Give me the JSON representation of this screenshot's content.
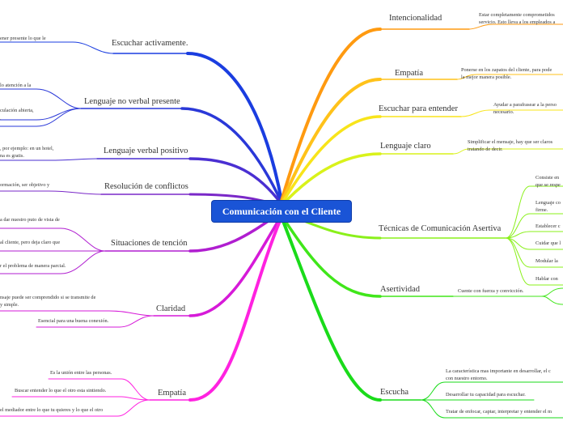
{
  "center": {
    "label": "Comunicación con el Cliente",
    "color": "#1a54d6"
  },
  "left": {
    "escuchar": {
      "title": "Escuchar activamente.",
      "sub1": "ener presente lo que le"
    },
    "noverbal": {
      "title": "Lenguaje no verbal presente",
      "sub1": "lo atención a la",
      "sub2": "culación abierta,",
      "sub3": "."
    },
    "verbal": {
      "title": "Lenguaje verbal positivo",
      "sub1": ", por ejemplo: en un hotel,",
      "sub2": "na es gratis."
    },
    "conflictos": {
      "title": "Resolución de conflictos",
      "sub1": "ormación, ser objetivo y"
    },
    "tension": {
      "title": "Situaciones de tención",
      "sub1": "a dar nuestro puto de vista de",
      "sub2": "al cliente, pero deja claro que",
      "sub3": "r el problema de manera parcial."
    },
    "claridad": {
      "title": "Claridad",
      "sub1a": "nsaje puede ser comprendido si se transmite de",
      "sub1b": "y simple.",
      "sub2": "Esencial para una buena conexión."
    },
    "empatia": {
      "title": "Empatía",
      "sub1": "Es la unión entre las personas.",
      "sub2": "Buscar entender lo que el otro esta sintiendo.",
      "sub3": "el mediador entre lo que tu quieres y lo que el otro"
    }
  },
  "right": {
    "intencionalidad": {
      "title": "Intencionalidad",
      "sub1a": "Estar completamente comprometidos",
      "sub1b": "servicio. Esto lleva a los empleados a"
    },
    "empatia": {
      "title": "Empatía",
      "sub1a": "Ponerse en los zapatos del cliente, para pode",
      "sub1b": "la mejor manera posible."
    },
    "escuchar": {
      "title": "Escuchar para entender",
      "sub1a": "Ayudar a parafrasear a la perso",
      "sub1b": "necesario."
    },
    "claro": {
      "title": "Lenguaje claro",
      "sub1a": "Simplificar el mensaje, hay que ser claros",
      "sub1b": "tratando de decir."
    },
    "tecnicas": {
      "title": "Técnicas de Comunicación Asertiva",
      "items": [
        {
          "a": "Consiste en",
          "b": "que se respe"
        },
        {
          "a": "Lenguaje co",
          "b": "firme."
        },
        {
          "a": "Establecer c",
          "b": ""
        },
        {
          "a": "Cuidar que l",
          "b": ""
        },
        {
          "a": "Modular la",
          "b": ""
        },
        {
          "a": "Hablar con",
          "b": ""
        }
      ]
    },
    "asertividad": {
      "title": "Asertividad",
      "sub1": "Cuente con fuerza y convicción."
    },
    "escucha": {
      "title": "Escucha",
      "sub1a": "La característica mas importante en desarrollar, el c",
      "sub1b": "con nuestro entorno.",
      "sub2": "Desarrollar tu capacidad para escuchar.",
      "sub3": "Tratar de enfocar, captar, interpretar y entender el m"
    }
  },
  "colors": {
    "escuchar": "#1a3de0",
    "noverbal": "#2a38d8",
    "verbal": "#4a2fd2",
    "conflictos": "#7a28c8",
    "tension": "#b01ed0",
    "claridad": "#d61ad8",
    "empatia": "#ff22e0",
    "intencionalidad": "#ff9a10",
    "r_empatia": "#ffc21a",
    "r_escuchar": "#f8e41a",
    "r_claro": "#d9f21a",
    "tecnicas": "#8af01a",
    "asertividad": "#40e61a",
    "escucha": "#1adb1a"
  }
}
